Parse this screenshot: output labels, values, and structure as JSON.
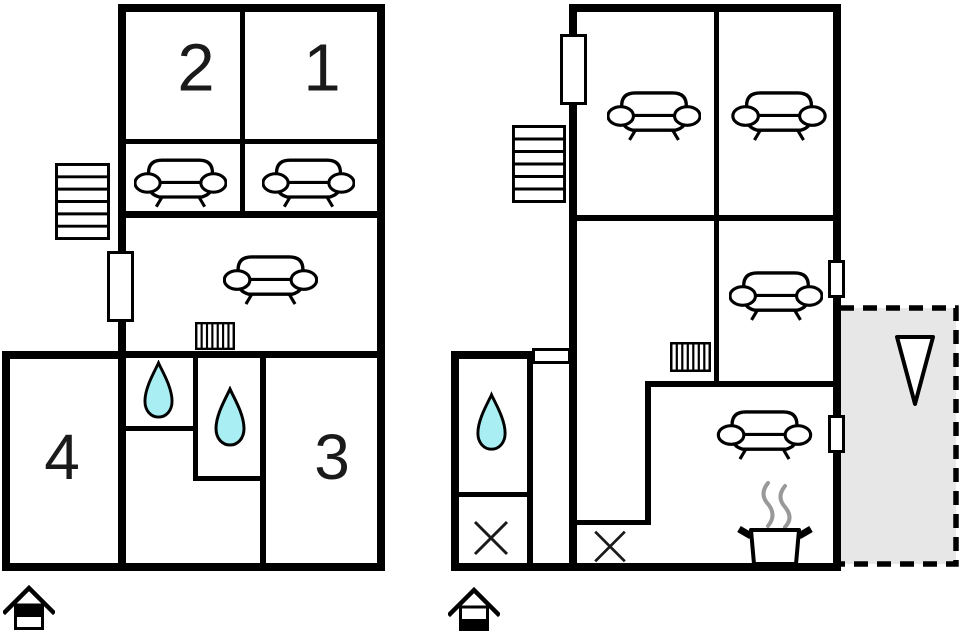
{
  "colors": {
    "wall": "#000000",
    "line": "#1a1a1a",
    "drop_fill": "#a8eef2",
    "terrace_fill": "#e7e7e7",
    "steam": "#999999",
    "background": "#ffffff"
  },
  "left_plan": {
    "name": "upper-floor",
    "room_labels": {
      "room2": "2",
      "room1": "1",
      "room4": "4",
      "room3": "3"
    },
    "symbols": [
      "stairs",
      "entrance-door",
      "sofa-bed",
      "sofa-bed",
      "sofa-bed",
      "radiator",
      "water-drop",
      "water-drop",
      "house-upper-floor-indicator"
    ]
  },
  "right_plan": {
    "name": "ground-floor",
    "symbols": [
      "stairs",
      "entrance-door",
      "side-door",
      "side-door",
      "interior-door",
      "sofa-bed",
      "sofa-bed",
      "sofa-bed",
      "sofa-bed",
      "radiator",
      "water-drop",
      "cross-fixture",
      "cross-fixture",
      "cooking-pot",
      "terrace",
      "entrance-arrow",
      "house-ground-floor-indicator"
    ]
  }
}
